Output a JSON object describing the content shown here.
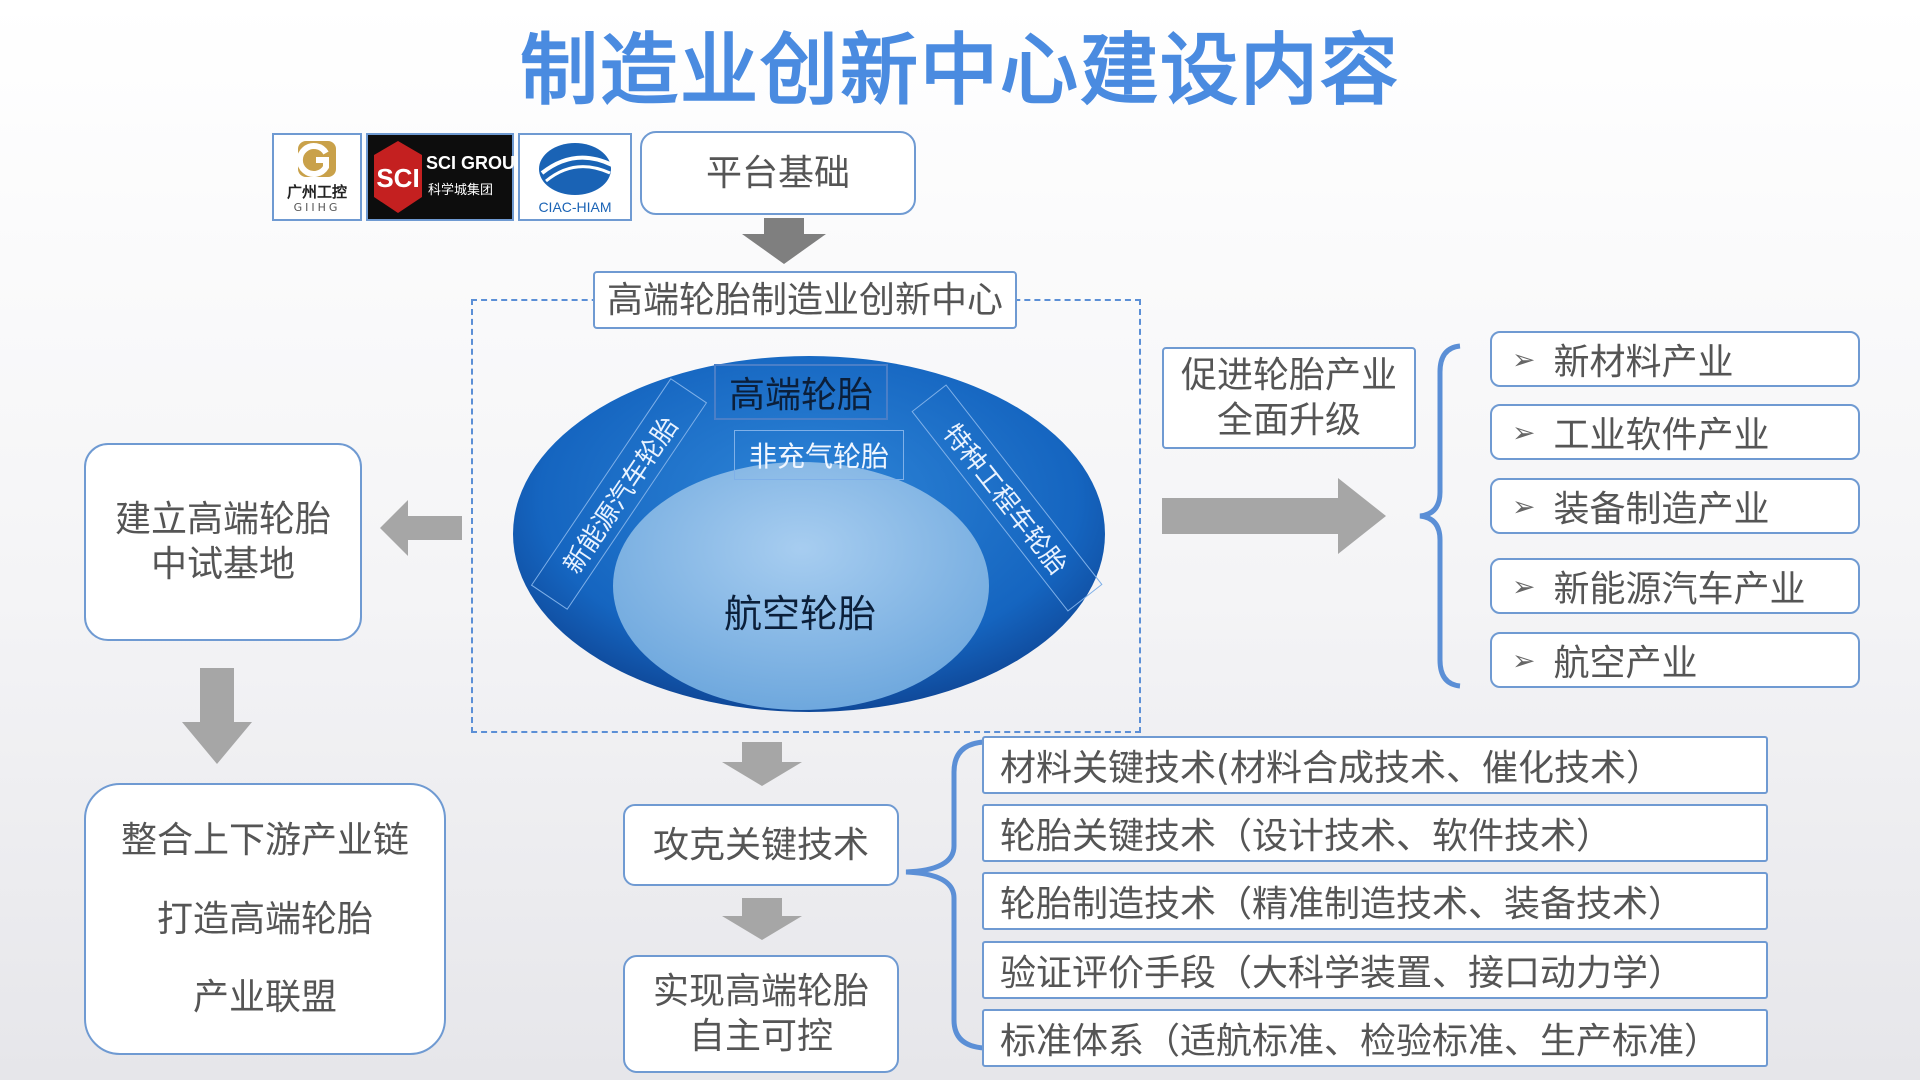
{
  "title": "制造业创新中心建设内容",
  "logos": {
    "giihg": {
      "name": "广州工控",
      "sub": "GIIHG"
    },
    "sci": {
      "name": "SCI GROUP",
      "sub": "科学城集团"
    },
    "ciac": {
      "name": "CIAC-HIAM"
    }
  },
  "platform_label": "平台基础",
  "center_label": "高端轮胎制造业创新中心",
  "ellipse": {
    "top": "高端轮胎",
    "mid": "非充气轮胎",
    "left": "新能源汽车轮胎",
    "right": "特种工程车轮胎",
    "core": "航空轮胎"
  },
  "left_box": {
    "line1": "建立高端轮胎",
    "line2": "中试基地"
  },
  "alliance": {
    "line1": "整合上下游产业链",
    "line2": "打造高端轮胎",
    "line3": "产业联盟"
  },
  "promote": {
    "line1": "促进轮胎产业",
    "line2": "全面升级"
  },
  "industries": [
    "新材料产业",
    "工业软件产业",
    "装备制造产业",
    "新能源汽车产业",
    "航空产业"
  ],
  "key_tech_label": "攻克关键技术",
  "control": {
    "line1": "实现高端轮胎",
    "line2": "自主可控"
  },
  "techs": [
    "材料关键技术(材料合成技术、催化技术）",
    "轮胎关键技术（设计技术、软件技术）",
    "轮胎制造技术（精准制造技术、装备技术）",
    "验证评价手段（大科学装置、接口动力学）",
    "标准体系（适航标准、检验标准、生产标准）"
  ],
  "colors": {
    "title": "#4a8be0",
    "border": "#6f9ad2",
    "arrow": "#a6a6a6",
    "ellipse_outer": "#1565c0",
    "ellipse_core": "#8cbbe6"
  }
}
